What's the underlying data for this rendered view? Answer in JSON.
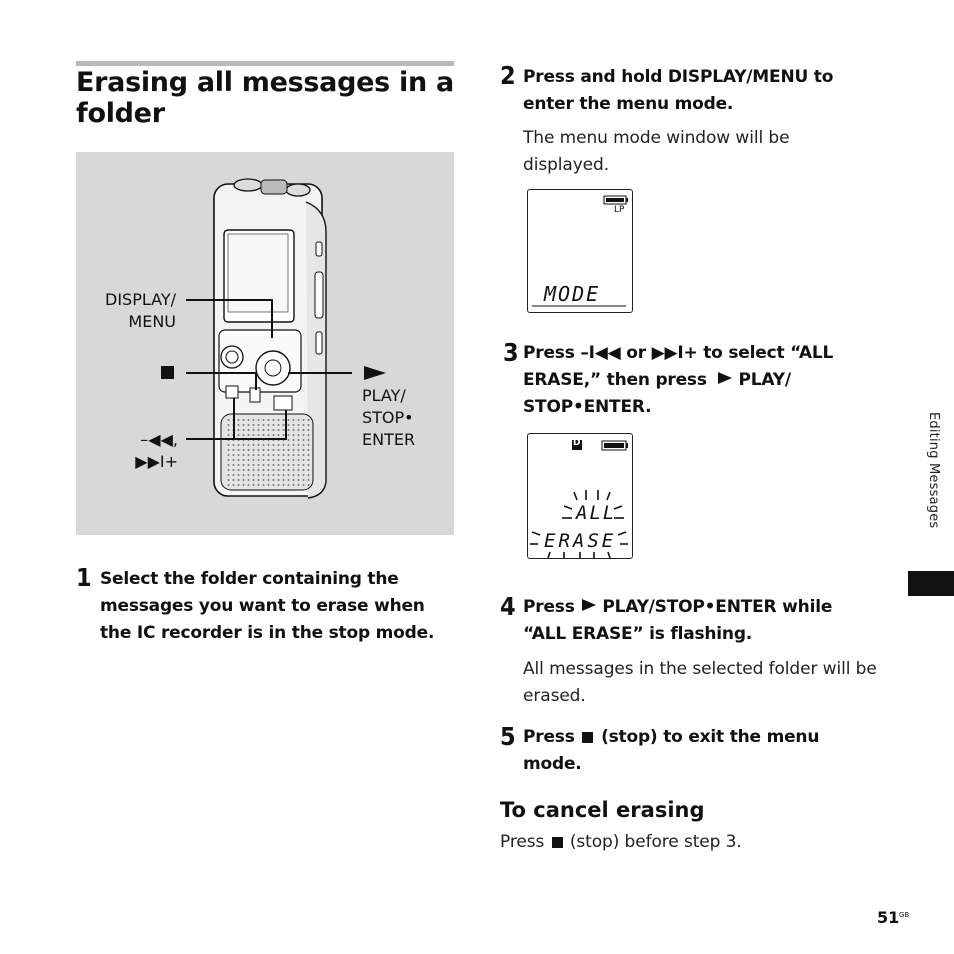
{
  "section_title": "Erasing all messages in a folder",
  "figure_labels": {
    "display_menu": "DISPLAY/\nMENU",
    "play_stop_enter": "PLAY/\nSTOP•\nENTER",
    "prev_next": "–◀◀,\n▶▶I+"
  },
  "steps": [
    {
      "num": "1",
      "text": "Select the folder containing the messages you want to erase when the IC recorder is in the stop mode."
    },
    {
      "num": "2",
      "text": "Press and hold DISPLAY/MENU to enter the menu mode.",
      "note": "The menu mode window will be displayed."
    },
    {
      "num": "3",
      "text_a": "Press –I◀◀ or ▶▶I+ to select “ALL ERASE,” then press ",
      "text_b": "PLAY/ STOP•ENTER."
    },
    {
      "num": "4",
      "text_a": "Press ",
      "text_b": "PLAY/STOP•ENTER while “ALL ERASE” is flashing.",
      "note": "All messages in the selected folder will be erased."
    },
    {
      "num": "5",
      "text_a": "Press ",
      "text_b": "(stop) to exit the menu mode."
    }
  ],
  "lcd1": {
    "badge": "LP",
    "text": "MODE"
  },
  "lcd2": {
    "folder": "D",
    "line1": "ALL",
    "line2": "ERASE"
  },
  "cancel": {
    "heading": "To cancel erasing",
    "text_a": "Press ",
    "text_b": "(stop) before step 3."
  },
  "side_label": "Editing Messages",
  "page_number": "51",
  "page_suffix": "GB"
}
